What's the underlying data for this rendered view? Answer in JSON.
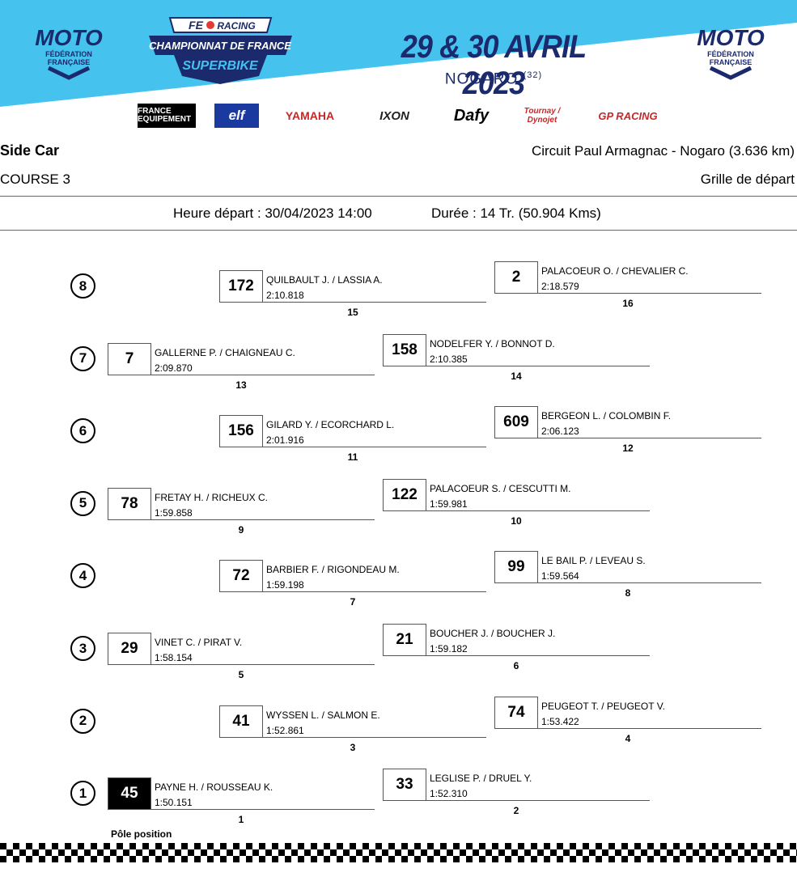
{
  "header": {
    "org_logo_text": [
      "MOTO",
      "FÉDÉRATION",
      "FRANÇAISE"
    ],
    "championship_logo": {
      "brand": "FE",
      "racing": "RACING",
      "line1": "CHAMPIONNAT DE FRANCE",
      "line2": "SUPERBIKE"
    },
    "event_date": "29 & 30 AVRIL 2023",
    "venue": "NOGARO",
    "venue_dept": "(32)",
    "sponsors": [
      "FRANCE EQUIPEMENT",
      "elf",
      "YAMAHA",
      "IXON",
      "Dafy",
      "Tournay / Dynojet",
      "GP RACING"
    ],
    "colors": {
      "banner_blue": "#45c3ee",
      "navy": "#1a2a6c"
    }
  },
  "race": {
    "category": "Side Car",
    "session": "COURSE 3",
    "circuit": "Circuit Paul Armagnac - Nogaro (3.636 km)",
    "document_type": "Grille de départ",
    "start_time": "Heure départ : 30/04/2023 14:00",
    "duration": "Durée : 14 Tr. (50.904 Kms)"
  },
  "grid_rows": [
    {
      "row": "8",
      "left": {
        "number": "172",
        "names": "QUILBAULT J. / LASSIA A.",
        "time": "2:10.818",
        "position": "15",
        "pole": false
      },
      "right": {
        "number": "2",
        "names": "PALACOEUR O. / CHEVALIER C.",
        "time": "2:18.579",
        "position": "16",
        "pole": false
      }
    },
    {
      "row": "7",
      "left": {
        "number": "7",
        "names": "GALLERNE P. / CHAIGNEAU C.",
        "time": "2:09.870",
        "position": "13",
        "pole": false
      },
      "right": {
        "number": "158",
        "names": "NODELFER Y. / BONNOT D.",
        "time": "2:10.385",
        "position": "14",
        "pole": false
      }
    },
    {
      "row": "6",
      "left": {
        "number": "156",
        "names": "GILARD Y. / ECORCHARD L.",
        "time": "2:01.916",
        "position": "11",
        "pole": false
      },
      "right": {
        "number": "609",
        "names": "BERGEON L. / COLOMBIN F.",
        "time": "2:06.123",
        "position": "12",
        "pole": false
      }
    },
    {
      "row": "5",
      "left": {
        "number": "78",
        "names": "FRETAY H. / RICHEUX C.",
        "time": "1:59.858",
        "position": "9",
        "pole": false
      },
      "right": {
        "number": "122",
        "names": "PALACOEUR S. / CESCUTTI M.",
        "time": "1:59.981",
        "position": "10",
        "pole": false
      }
    },
    {
      "row": "4",
      "left": {
        "number": "72",
        "names": "BARBIER F. / RIGONDEAU M.",
        "time": "1:59.198",
        "position": "7",
        "pole": false
      },
      "right": {
        "number": "99",
        "names": "LE BAIL P. / LEVEAU S.",
        "time": "1:59.564",
        "position": "8",
        "pole": false
      }
    },
    {
      "row": "3",
      "left": {
        "number": "29",
        "names": "VINET C. / PIRAT V.",
        "time": "1:58.154",
        "position": "5",
        "pole": false
      },
      "right": {
        "number": "21",
        "names": "BOUCHER J. / BOUCHER J.",
        "time": "1:59.182",
        "position": "6",
        "pole": false
      }
    },
    {
      "row": "2",
      "left": {
        "number": "41",
        "names": "WYSSEN L. / SALMON E.",
        "time": "1:52.861",
        "position": "3",
        "pole": false
      },
      "right": {
        "number": "74",
        "names": "PEUGEOT T. / PEUGEOT V.",
        "time": "1:53.422",
        "position": "4",
        "pole": false
      }
    },
    {
      "row": "1",
      "left": {
        "number": "45",
        "names": "PAYNE H. / ROUSSEAU K.",
        "time": "1:50.151",
        "position": "1",
        "pole": true
      },
      "right": {
        "number": "33",
        "names": "LEGLISE P. / DRUEL Y.",
        "time": "1:52.310",
        "position": "2",
        "pole": false
      }
    }
  ],
  "pole_label": "Pôle position"
}
